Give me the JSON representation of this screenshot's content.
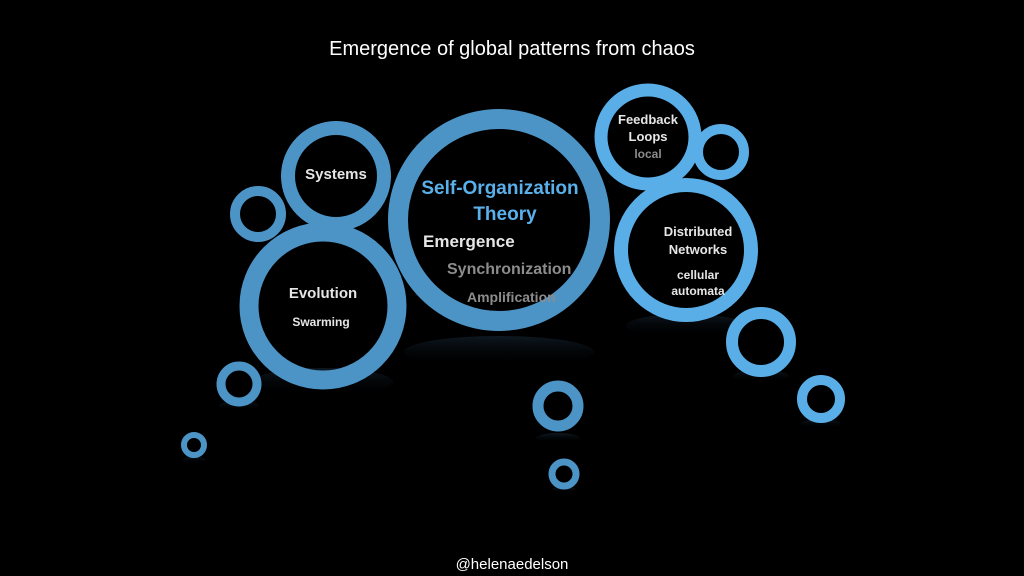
{
  "title": "Emergence of global patterns from chaos",
  "footer": "@helenaedelson",
  "colors": {
    "ring": "#4d94c6",
    "ring_bright": "#5aaee8",
    "theory_text": "#5ab0ea",
    "muted_text": "#8c8c8c"
  },
  "bubbles": {
    "systems": {
      "label": "Systems"
    },
    "evolution": {
      "label": "Evolution",
      "sub": "Swarming"
    },
    "self_organization": {
      "title_line1": "Self-Organization",
      "title_line2": "Theory",
      "items": [
        "Emergence",
        "Synchronization",
        "Amplification"
      ]
    },
    "feedback": {
      "line1": "Feedback",
      "line2": "Loops",
      "sub": "local"
    },
    "distributed": {
      "line1": "Distributed",
      "line2": "Networks",
      "sub1": "cellular",
      "sub2": "automata"
    }
  }
}
